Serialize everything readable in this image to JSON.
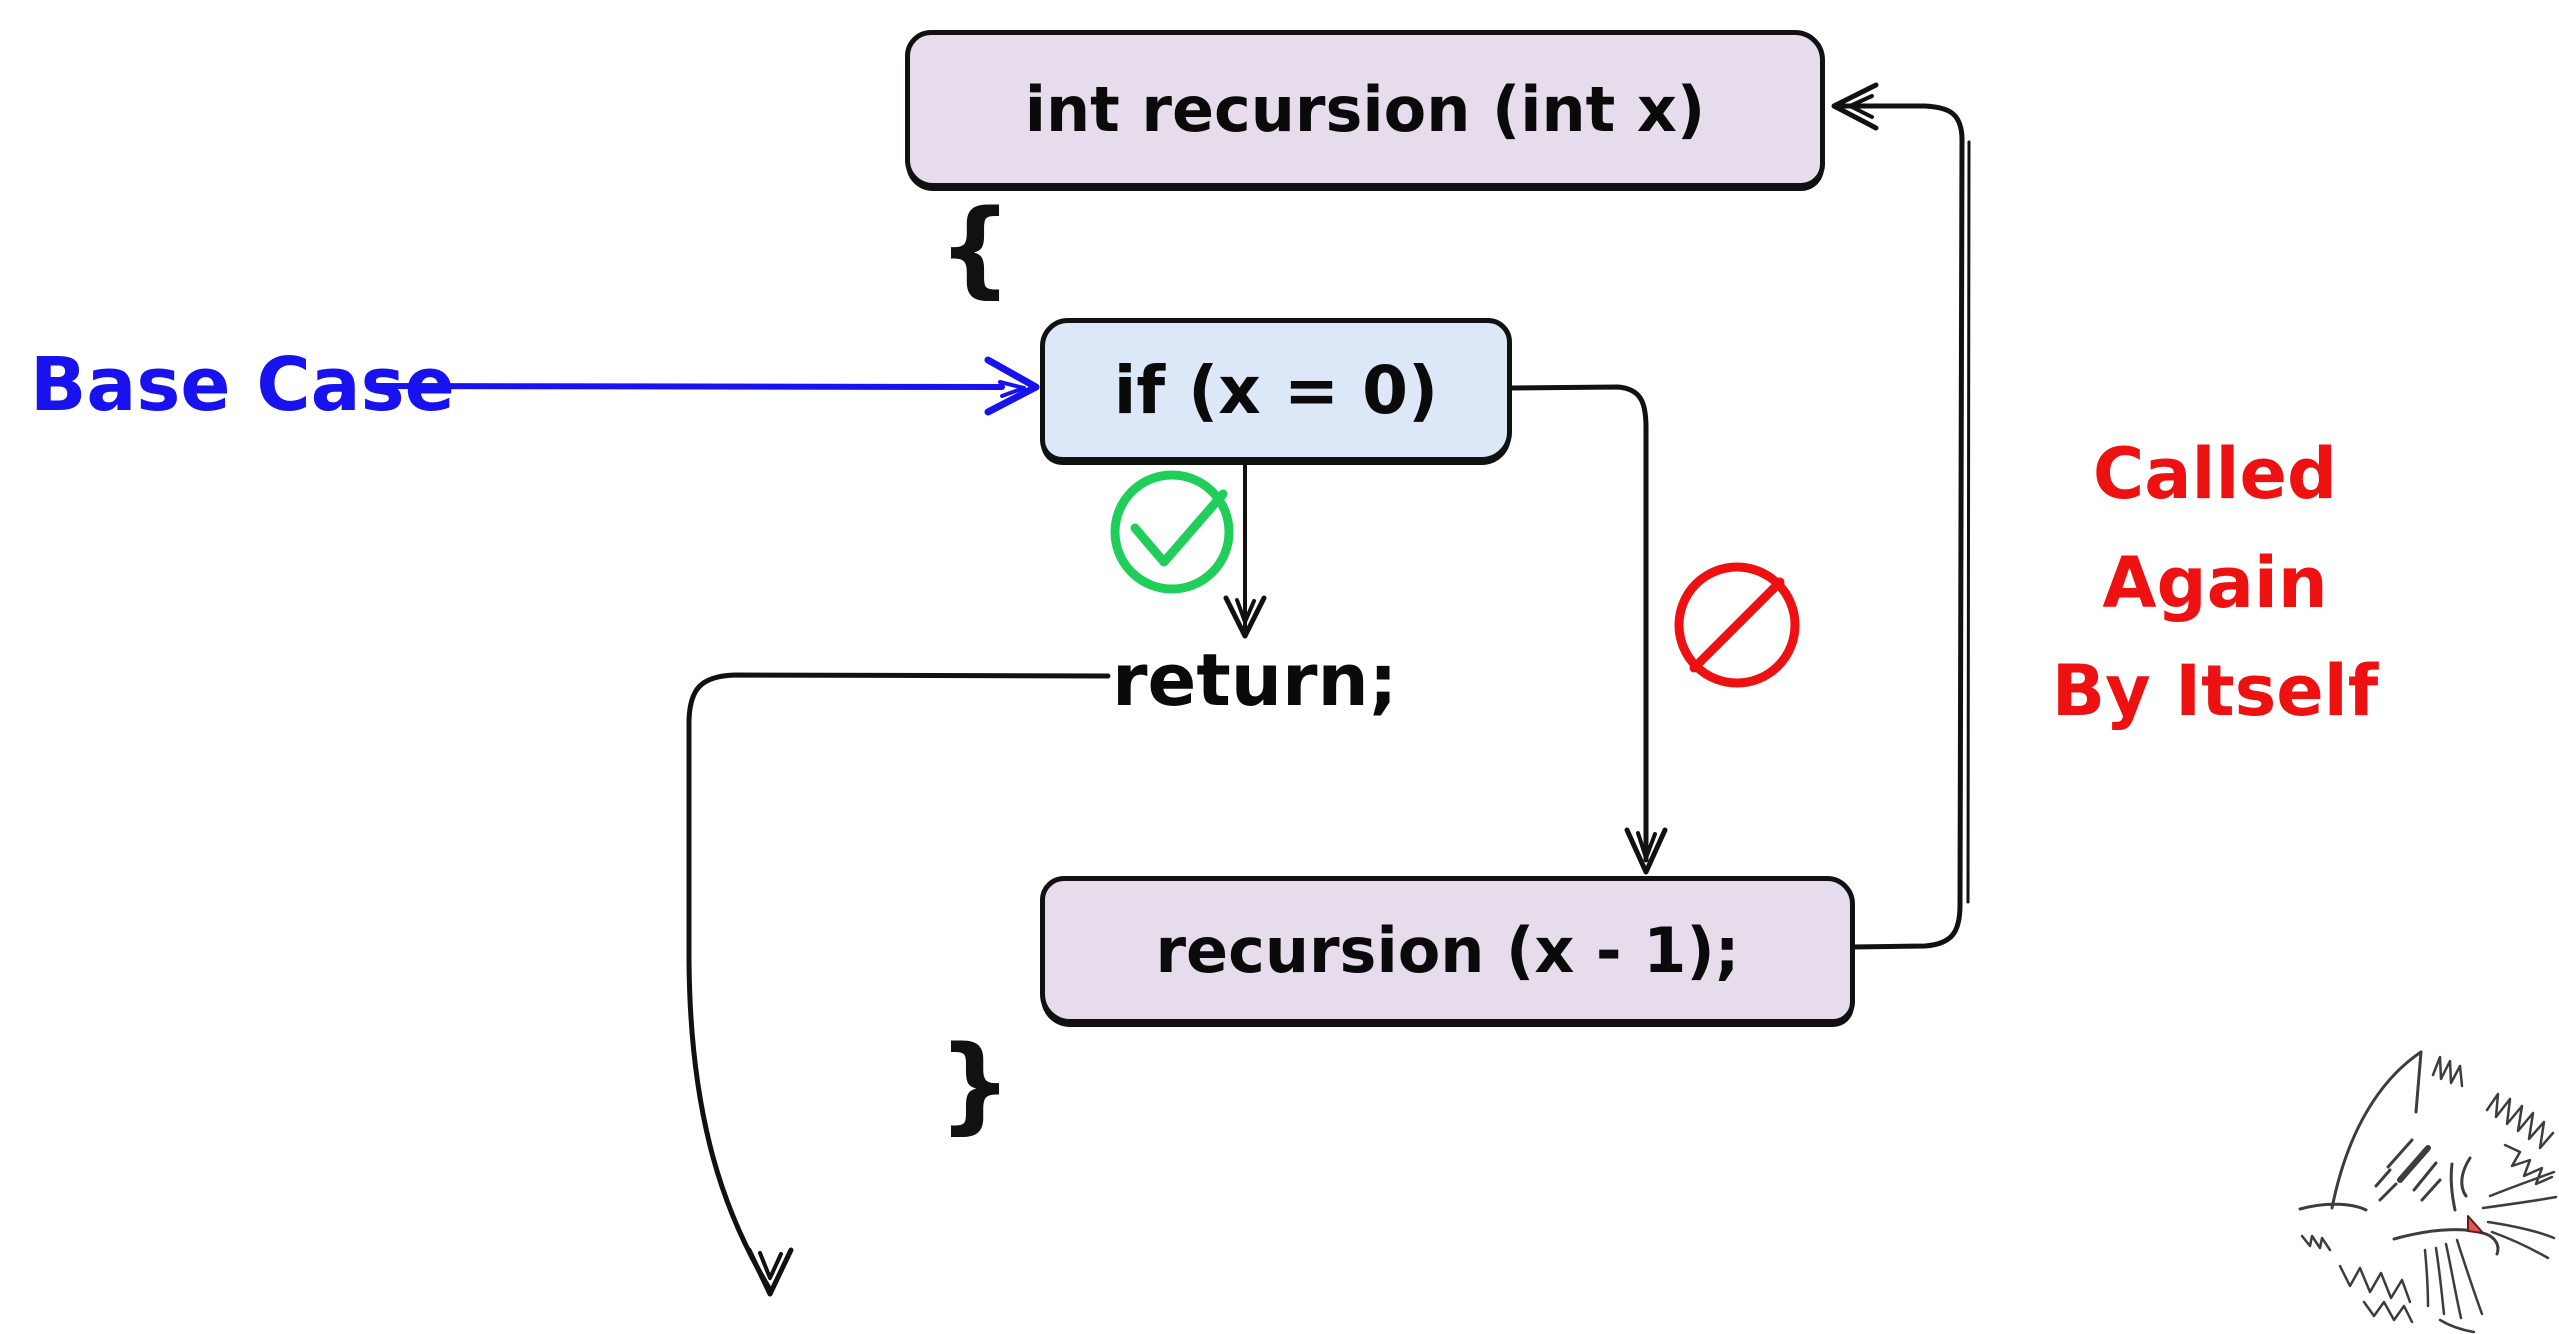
{
  "title": "Recursion explanation diagram",
  "nodes": {
    "function_signature": "int recursion (int x)",
    "open_brace": "{",
    "if_condition": "if (x = 0)",
    "return_statement": "return;",
    "recursive_call": "recursion (x - 1);",
    "close_brace": "}"
  },
  "annotations": {
    "base_case_label": "Base Case",
    "called_again_line1": "Called Again",
    "called_again_line2": "By Itself"
  },
  "colors": {
    "ink": "#111111",
    "blue": "#1812ee",
    "red": "#ee1111",
    "green": "#20cf5a",
    "lavender_fill": "#e6dcec",
    "blue_fill": "#dce8f8",
    "nose_red": "#e8544e",
    "sketch_gray": "#3d3d3d"
  },
  "icons": {
    "check_icon": "green circled check mark (true branch)",
    "prohibition_icon": "red circle with slash (false branch)",
    "cat_sketch": "hand-drawn cat doodle"
  }
}
